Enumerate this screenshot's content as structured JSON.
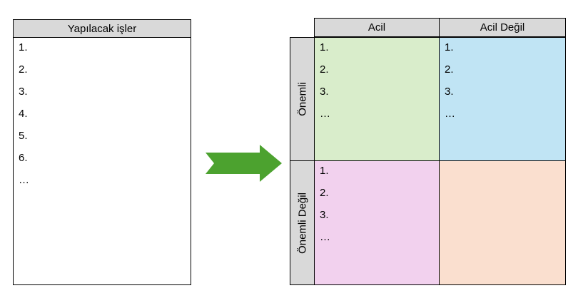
{
  "todo": {
    "title": "Yapılacak işler",
    "items": [
      "1.",
      "2.",
      "3.",
      "4.",
      "5.",
      "6.",
      "…"
    ]
  },
  "arrow": {
    "name": "green-right-arrow",
    "color": "#4CA22F"
  },
  "matrix": {
    "columns": [
      {
        "key": "urgent",
        "label": "Acil"
      },
      {
        "key": "not_urgent",
        "label": "Acil Değil"
      }
    ],
    "rows": [
      {
        "key": "important",
        "label": "Önemli"
      },
      {
        "key": "not_important",
        "label": "Önemli Değil"
      }
    ],
    "quadrants": [
      {
        "key": "important_urgent",
        "color": "#D9EDCB",
        "items": [
          "1.",
          "2.",
          "3.",
          "…"
        ]
      },
      {
        "key": "important_not_urgent",
        "color": "#C0E4F4",
        "items": [
          "1.",
          "2.",
          "3.",
          "…"
        ]
      },
      {
        "key": "not_important_urgent",
        "color": "#F2D1EE",
        "items": [
          "1.",
          "2.",
          "3.",
          "…"
        ]
      },
      {
        "key": "not_important_not_urgent",
        "color": "#FADFCF",
        "items": []
      }
    ]
  },
  "colors": {
    "header_fill": "#D9D9D9",
    "border": "#000000",
    "background": "#FFFFFF"
  }
}
